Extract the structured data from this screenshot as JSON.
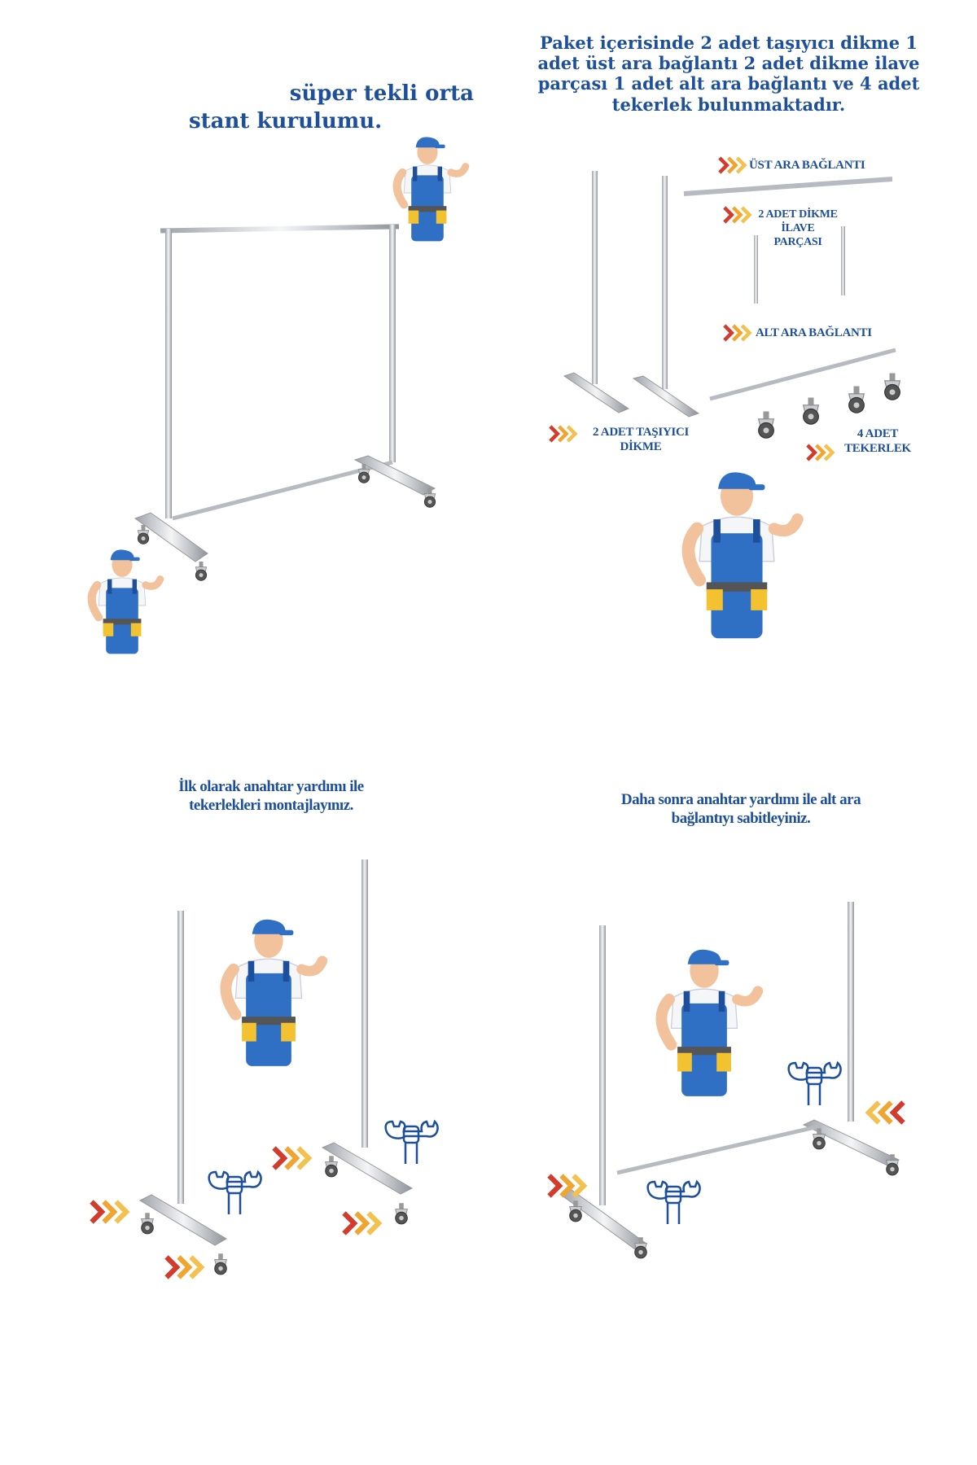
{
  "colors": {
    "text": "#1d4f9a",
    "metal": "#c9ccd1",
    "overalls": "#2f6fc4",
    "arrow_red": "#d33b2c",
    "arrow_orange": "#f0a531"
  },
  "intro": {
    "title_line1": "süper tekli orta",
    "title_line2": "stant kurulumu."
  },
  "package": {
    "heading": "Paket içerisinde 2 adet taşıyıcı dikme 1 adet üst ara bağlantı 2 adet dikme ilave parçası 1 adet alt ara bağlantı ve 4 adet tekerlek bulunmaktadır.",
    "labels": {
      "top_connector": "ÜST ARA BAĞLANTI",
      "extension_1": "2 ADET DİKME",
      "extension_2": "İLAVE",
      "extension_3": "PARÇASI",
      "bottom_connector": "ALT ARA BAĞLANTI",
      "uprights_1": "2 ADET TAŞIYICI",
      "uprights_2": "DİKME",
      "wheels_1": "4 ADET",
      "wheels_2": "TEKERLEK"
    }
  },
  "step1": {
    "line1": "İlk olarak anahtar yardımı ile",
    "line2": "tekerlekleri montajlayınız."
  },
  "step2": {
    "line1": "Daha sonra anahtar yardımı ile alt ara",
    "line2": "bağlantıyı sabitleyiniz."
  }
}
